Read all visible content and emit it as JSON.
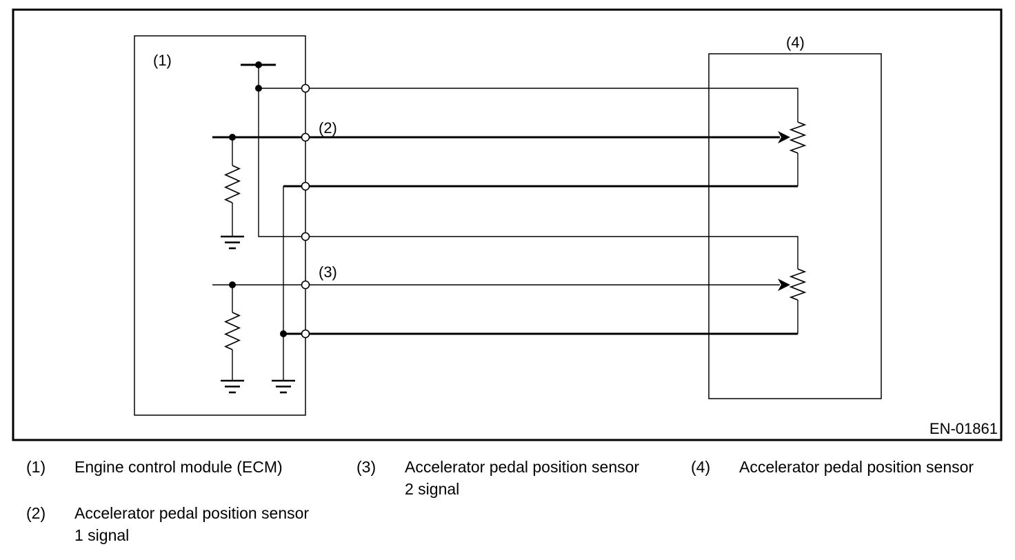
{
  "diagram": {
    "figure_code": "EN-01861",
    "callouts": {
      "c1": "(1)",
      "c2": "(2)",
      "c3": "(3)",
      "c4": "(4)"
    }
  },
  "legend": {
    "items": [
      {
        "ref": "(1)",
        "lines": [
          "Engine control module (ECM)"
        ]
      },
      {
        "ref": "(2)",
        "lines": [
          "Accelerator pedal position sensor",
          "1 signal"
        ]
      },
      {
        "ref": "(3)",
        "lines": [
          "Accelerator pedal position sensor",
          "2 signal"
        ]
      },
      {
        "ref": "(4)",
        "lines": [
          "Accelerator pedal position sensor"
        ]
      }
    ]
  },
  "colors": {
    "ink": "#000000",
    "background": "#ffffff"
  }
}
